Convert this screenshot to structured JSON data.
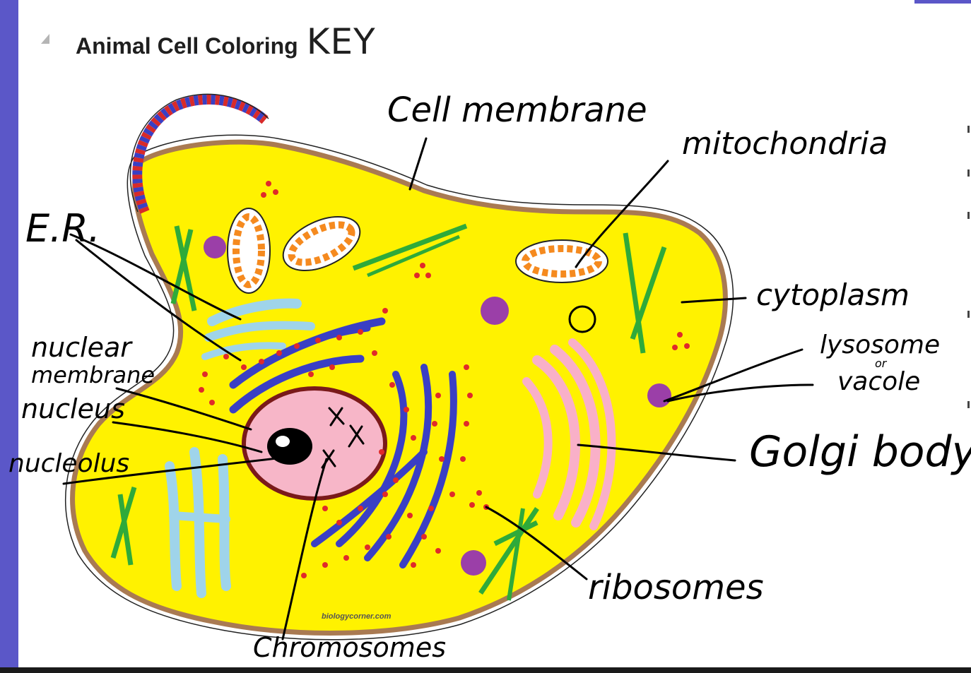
{
  "title": {
    "main": "Animal Cell Coloring",
    "key": "KEY"
  },
  "labels": {
    "cell_membrane": "Cell membrane",
    "mitochondria": "mitochondria",
    "er": "E.R.",
    "cytoplasm": "cytoplasm",
    "nuclear_membrane_line1": "nuclear",
    "nuclear_membrane_line2": "membrane",
    "lysosome": "lysosome",
    "or": "or",
    "vacuole": "vacole",
    "nucleus": "nucleus",
    "nucleolus": "nucleolus",
    "golgi": "Golgi body",
    "ribosomes": "ribosomes",
    "chromosomes": "Chromosomes"
  },
  "watermark": "biologycorner.com",
  "colors": {
    "membrane": "#a97a52",
    "cytoplasm": "#fff200",
    "er_rough": "#3a3fc4",
    "er_smooth": "#9fd4ea",
    "nucleus": "#f7b6c8",
    "nuclear_membrane": "#7a1a1a",
    "nucleolus": "#000000",
    "mitochondria": "#f58a1f",
    "golgi": "#f9b0c8",
    "cytoskeleton": "#2faa3a",
    "lysosome": "#9b3fa8",
    "ribosome": "#e02a2a",
    "accent": "#5b57c8"
  },
  "icons": {
    "collapse": "collapse-triangle-icon"
  }
}
